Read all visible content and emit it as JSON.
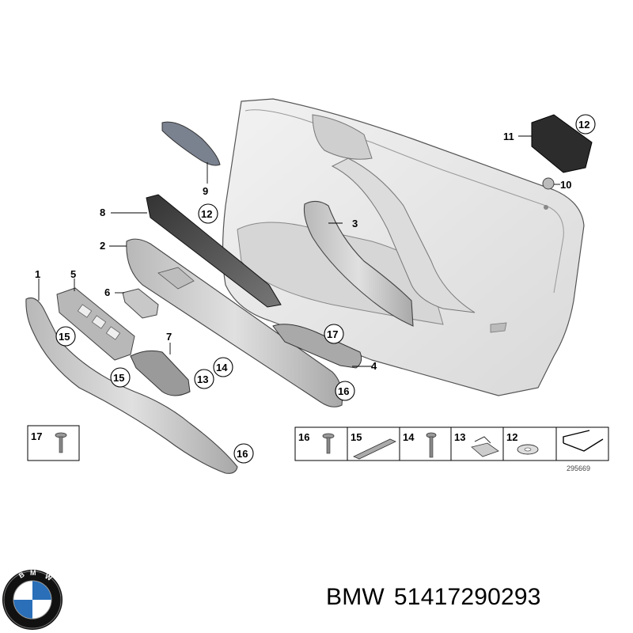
{
  "parts": {
    "p1": "1",
    "p2": "2",
    "p3": "3",
    "p4": "4",
    "p5": "5",
    "p6": "6",
    "p7": "7",
    "p8": "8",
    "p9": "9",
    "p10": "10",
    "p11": "11",
    "p12a": "12",
    "p12b": "12",
    "p13": "13",
    "p14": "14",
    "p15a": "15",
    "p15b": "15",
    "p16a": "16",
    "p16b": "16",
    "p17": "17"
  },
  "fasteners": {
    "f17": "17",
    "f16": "16",
    "f15": "15",
    "f14": "14",
    "f13": "13",
    "f12": "12"
  },
  "reference_number": "295669",
  "brand": "BMW",
  "part_number": "51417290293",
  "colors": {
    "line": "#000000",
    "part_fill": "#d4d4d4",
    "part_dark": "#5a5a5a",
    "door_fill": "#ececec",
    "bmw_blue": "#2a6fb8"
  }
}
